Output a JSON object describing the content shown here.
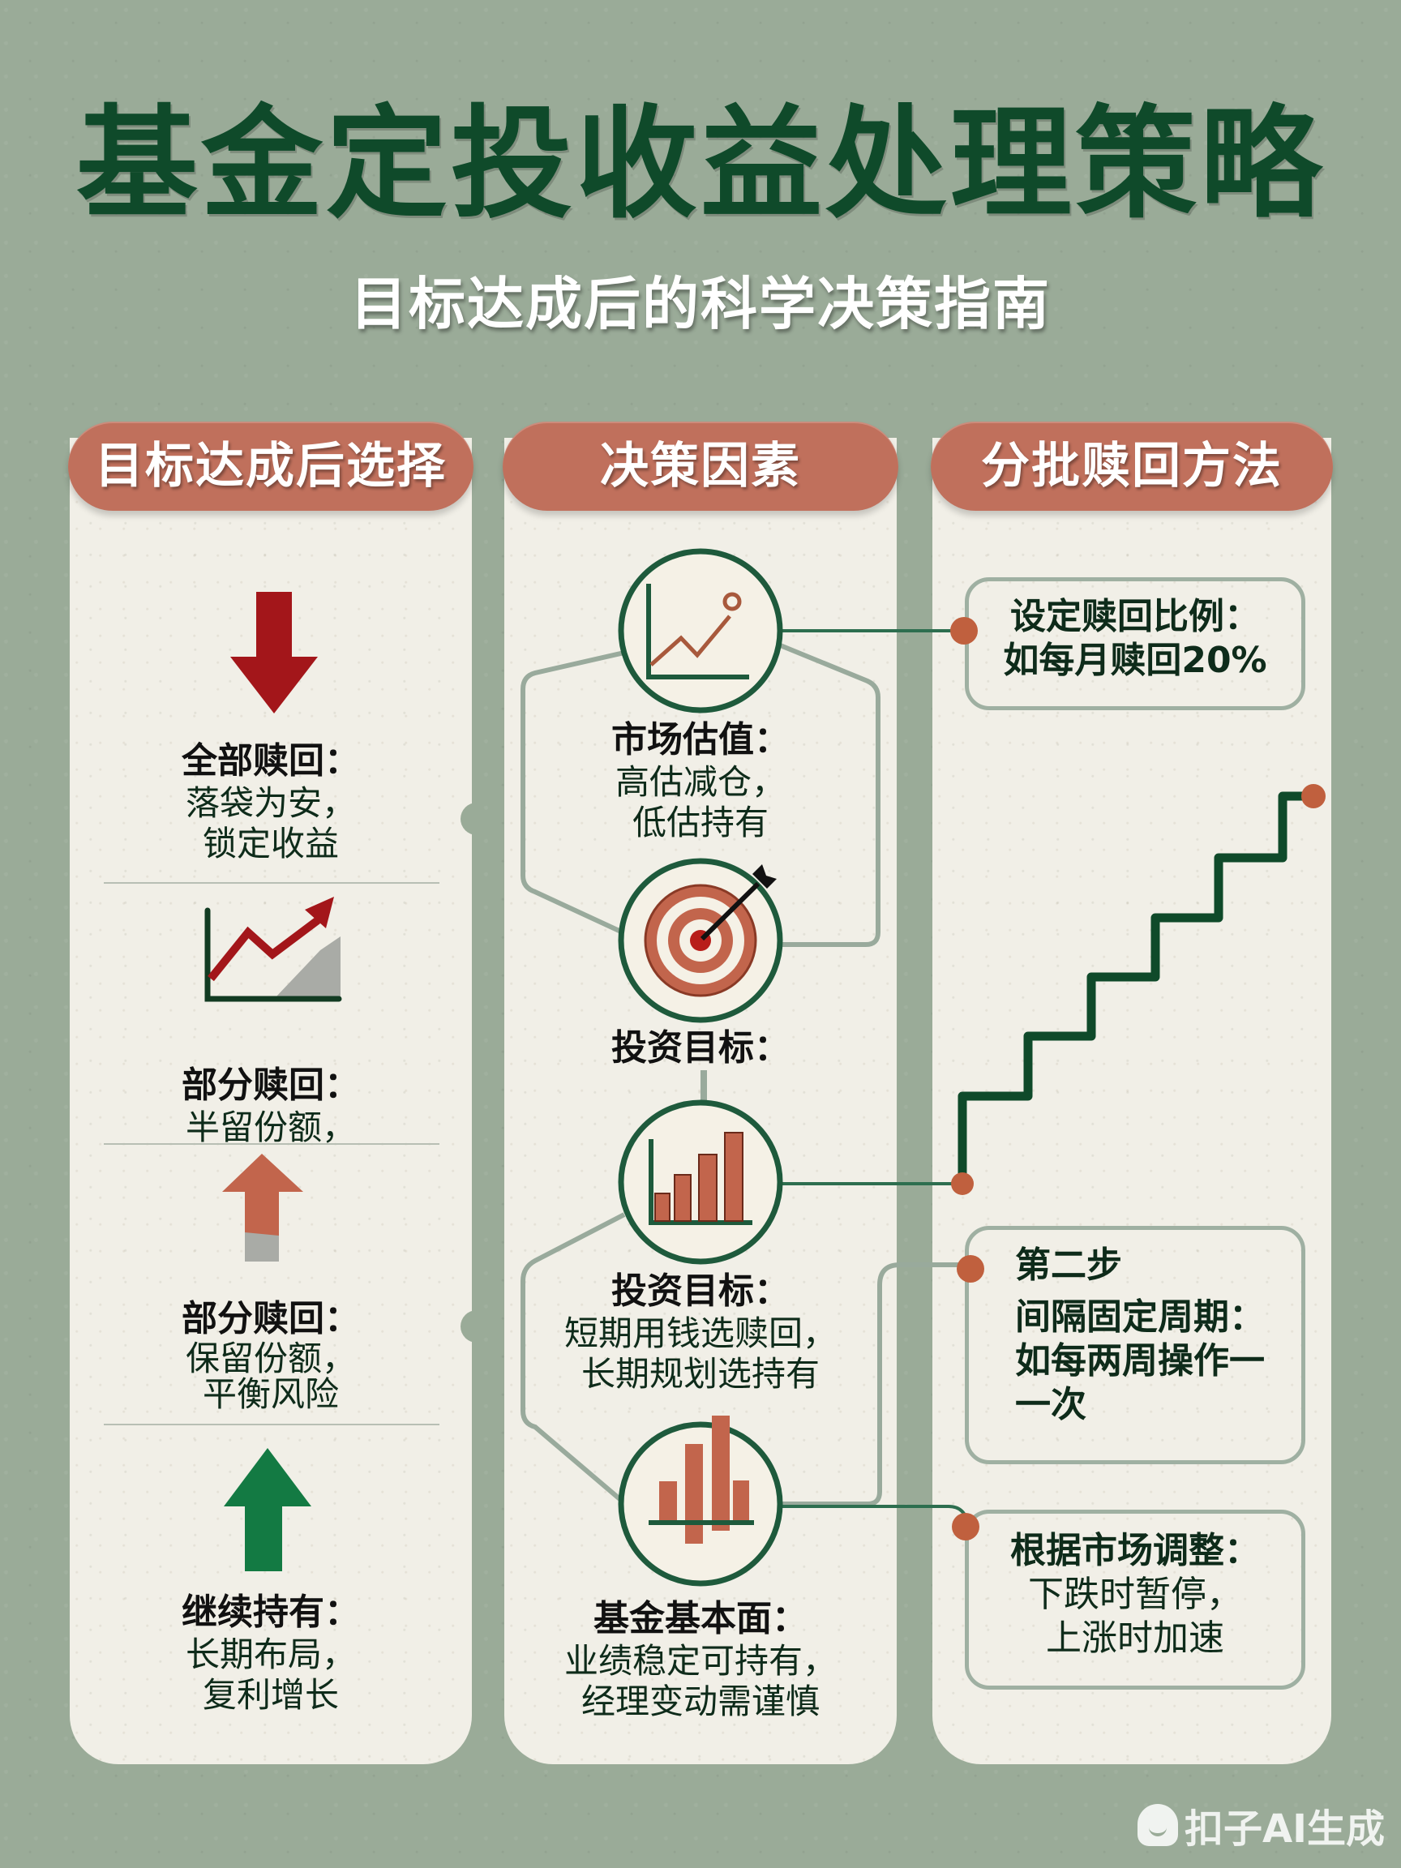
{
  "header": {
    "title": "基金定投收益处理策略",
    "subtitle": "目标达成后的科学决策指南"
  },
  "columns": [
    {
      "header": "目标达成后选择",
      "items": [
        {
          "icon": "red-down-arrow-icon",
          "title": "全部赎回：",
          "lines": [
            "落袋为安，",
            "锁定收益"
          ]
        },
        {
          "icon": "rising-line-chart-icon",
          "title": "部分赎回：",
          "lines": [
            "半留份额，"
          ]
        },
        {
          "icon": "orange-gray-up-arrow-icon",
          "title": "部分赎回：",
          "lines": [
            "保留份额，",
            "平衡风险"
          ]
        },
        {
          "icon": "green-up-arrow-icon",
          "title": "继续持有：",
          "lines": [
            "长期布局，",
            "复利增长"
          ]
        }
      ]
    },
    {
      "header": "决策因素",
      "items": [
        {
          "icon": "line-chart-circle-icon",
          "title": "市场估值：",
          "lines": [
            "高估减仓，",
            "低估持有"
          ]
        },
        {
          "icon": "target-dart-icon",
          "title": "投资目标：",
          "lines": []
        },
        {
          "icon": "bar-chart-ascending-icon",
          "title": "投资目标：",
          "lines": [
            "短期用钱选赎回，",
            "长期规划选持有"
          ]
        },
        {
          "icon": "bar-chart-icon",
          "title": "基金基本面：",
          "lines": [
            "业绩稳定可持有，",
            "经理变动需谨慎"
          ]
        }
      ]
    },
    {
      "header": "分批赎回方法",
      "items": [
        {
          "title": "设定赎回比例：",
          "lines": [
            "如每月赎回20%"
          ]
        },
        {
          "icon": "staircase-icon"
        },
        {
          "title": "第二步",
          "lines": [
            "间隔固定周期：",
            "如每两周操作一",
            "一次"
          ]
        },
        {
          "title": "根据市场调整：",
          "lines": [
            "下跌时暂停，",
            "上涨时加速"
          ]
        }
      ]
    }
  ],
  "watermark": "扣子AI生成",
  "colors": {
    "background": "#9aab98",
    "panel": "#f1efe7",
    "header_pill": "#c0705c",
    "title_green": "#0f4a2a",
    "accent_red": "#a3161a",
    "accent_green": "#137a43",
    "connector_dot": "#c0603e",
    "stair_green": "#0f4a2a"
  }
}
